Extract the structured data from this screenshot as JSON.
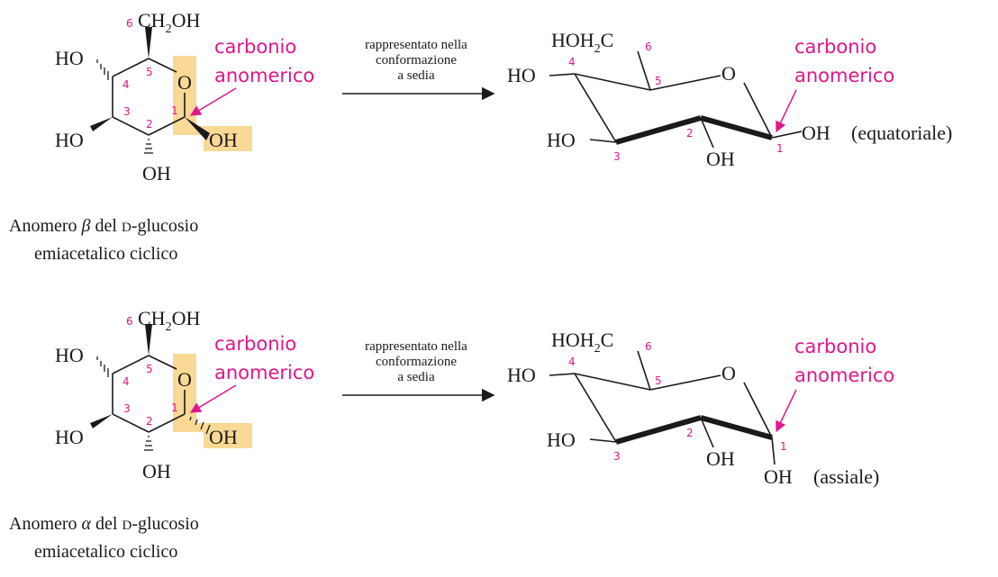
{
  "colors": {
    "label_magenta": "#e0168a",
    "highlight": "#f9d995",
    "ink": "#1a1a1a"
  },
  "anomer_label": [
    "carbonio",
    "anomerico"
  ],
  "arrow_label": [
    "rappresentato nella",
    "conformazione",
    "a sedia"
  ],
  "groups": {
    "ch2oh_ch": "CH",
    "ch2oh_sub": "2",
    "ch2oh_oh": "OH",
    "hoh2c_hoh": "HOH",
    "hoh2c_sub": "2",
    "hoh2c_c": "C",
    "ho": "HO",
    "oh": "OH",
    "ring_o": "O"
  },
  "atom_numbers": [
    "1",
    "2",
    "3",
    "4",
    "5",
    "6"
  ],
  "beta": {
    "caption_line1_pre": "Anomero ",
    "caption_greek": "β",
    "caption_line1_mid": " del ",
    "caption_d": "D",
    "caption_line1_post": "-glucosio",
    "caption_line2": "emiacetalico ciclico",
    "orientation": "(equatoriale)"
  },
  "alpha": {
    "caption_line1_pre": "Anomero ",
    "caption_greek": "α",
    "caption_line1_mid": " del ",
    "caption_d": "D",
    "caption_line1_post": "-glucosio",
    "caption_line2": "emiacetalico ciclico",
    "orientation": "(assiale)"
  }
}
